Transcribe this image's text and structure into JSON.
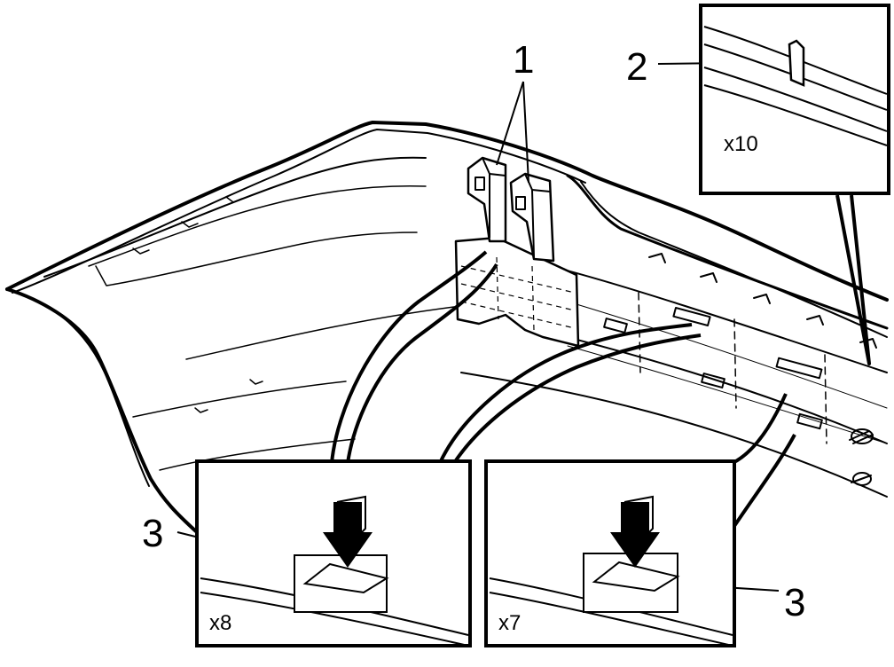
{
  "callouts": {
    "one": "1",
    "two": "2",
    "three_left": "3",
    "three_right": "3"
  },
  "quantities": {
    "detail_top": "x10",
    "detail_left": "x8",
    "detail_right": "x7"
  },
  "colors": {
    "line": "#000000",
    "fill": "#ffffff",
    "arrow": "#000000"
  }
}
